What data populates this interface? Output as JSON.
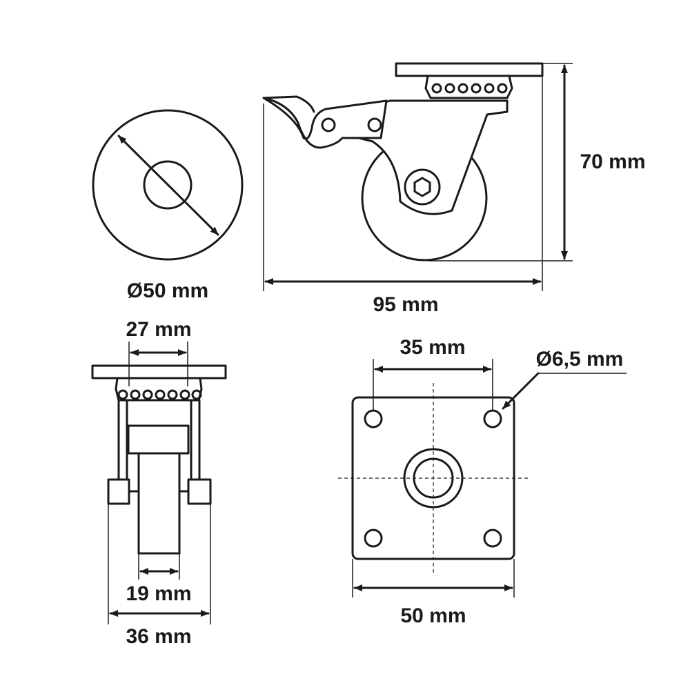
{
  "labels": {
    "wheel_diameter": "Ø50 mm",
    "overall_length": "95 mm",
    "overall_height": "70 mm",
    "mount_width_top": "27 mm",
    "wheel_width": "19 mm",
    "fork_width": "36 mm",
    "hole_spacing": "35 mm",
    "hole_diameter": "Ø6,5 mm",
    "plate_width": "50 mm"
  },
  "colors": {
    "line": "#1a1a1a",
    "background": "#ffffff"
  }
}
